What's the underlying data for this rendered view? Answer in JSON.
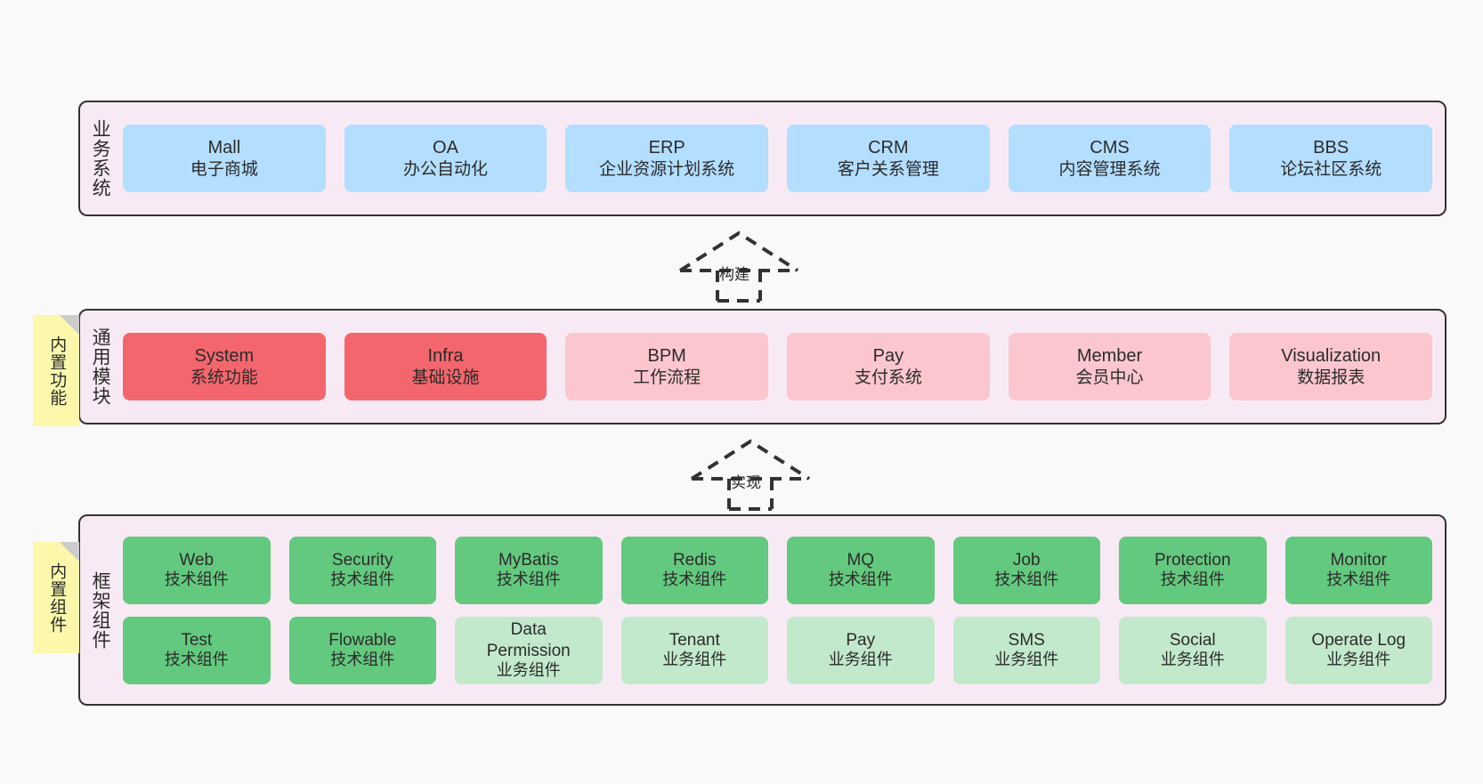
{
  "diagram": {
    "layers": [
      {
        "id": "business",
        "title": "业务系统",
        "note": null,
        "rows": [
          {
            "style": "blue",
            "nodes": [
              {
                "en": "Mall",
                "cn": "电子商城"
              },
              {
                "en": "OA",
                "cn": "办公自动化"
              },
              {
                "en": "ERP",
                "cn": "企业资源计划系统"
              },
              {
                "en": "CRM",
                "cn": "客户关系管理"
              },
              {
                "en": "CMS",
                "cn": "内容管理系统"
              },
              {
                "en": "BBS",
                "cn": "论坛社区系统"
              }
            ]
          }
        ]
      },
      {
        "id": "common-module",
        "title": "通用模块",
        "note": "内置功能",
        "rows": [
          {
            "style": "mixed-red",
            "nodes": [
              {
                "en": "System",
                "cn": "系统功能",
                "style": "red-strong"
              },
              {
                "en": "Infra",
                "cn": "基础设施",
                "style": "red-strong"
              },
              {
                "en": "BPM",
                "cn": "工作流程",
                "style": "red-soft"
              },
              {
                "en": "Pay",
                "cn": "支付系统",
                "style": "red-soft"
              },
              {
                "en": "Member",
                "cn": "会员中心",
                "style": "red-soft"
              },
              {
                "en": "Visualization",
                "cn": "数据报表",
                "style": "red-soft"
              }
            ]
          }
        ]
      },
      {
        "id": "framework-component",
        "title": "框架组件",
        "note": "内置组件",
        "rows": [
          {
            "style": "green-strong",
            "nodes": [
              {
                "en": "Web",
                "cn": "技术组件",
                "style": "green-strong"
              },
              {
                "en": "Security",
                "cn": "技术组件",
                "style": "green-strong"
              },
              {
                "en": "MyBatis",
                "cn": "技术组件",
                "style": "green-strong"
              },
              {
                "en": "Redis",
                "cn": "技术组件",
                "style": "green-strong"
              },
              {
                "en": "MQ",
                "cn": "技术组件",
                "style": "green-strong"
              },
              {
                "en": "Job",
                "cn": "技术组件",
                "style": "green-strong"
              },
              {
                "en": "Protection",
                "cn": "技术组件",
                "style": "green-strong"
              },
              {
                "en": "Monitor",
                "cn": "技术组件",
                "style": "green-strong"
              }
            ]
          },
          {
            "style": "green-mixed",
            "nodes": [
              {
                "en": "Test",
                "cn": "技术组件",
                "style": "green-strong"
              },
              {
                "en": "Flowable",
                "cn": "技术组件",
                "style": "green-strong"
              },
              {
                "en": "Data Permission",
                "cn": "业务组件",
                "style": "green-soft"
              },
              {
                "en": "Tenant",
                "cn": "业务组件",
                "style": "green-soft"
              },
              {
                "en": "Pay",
                "cn": "业务组件",
                "style": "green-soft"
              },
              {
                "en": "SMS",
                "cn": "业务组件",
                "style": "green-soft"
              },
              {
                "en": "Social",
                "cn": "业务组件",
                "style": "green-soft"
              },
              {
                "en": "Operate Log",
                "cn": "业务组件",
                "style": "green-soft"
              }
            ]
          }
        ]
      }
    ],
    "connectors": [
      {
        "id": "build",
        "label": "构建"
      },
      {
        "id": "implement",
        "label": "实现"
      }
    ],
    "colors": {
      "panel_bg": "#f8eaf4",
      "panel_border": "#333333",
      "blue": "#b3deff",
      "red_strong": "#f4666d",
      "red_soft": "#fbc6cd",
      "green_strong": "#63c97e",
      "green_soft": "#c2e9cb",
      "note_bg": "#fbf8ac",
      "note_fold": "#cccccc",
      "canvas_bg": "#f9f9f9",
      "text": "#2b2b2b"
    }
  }
}
